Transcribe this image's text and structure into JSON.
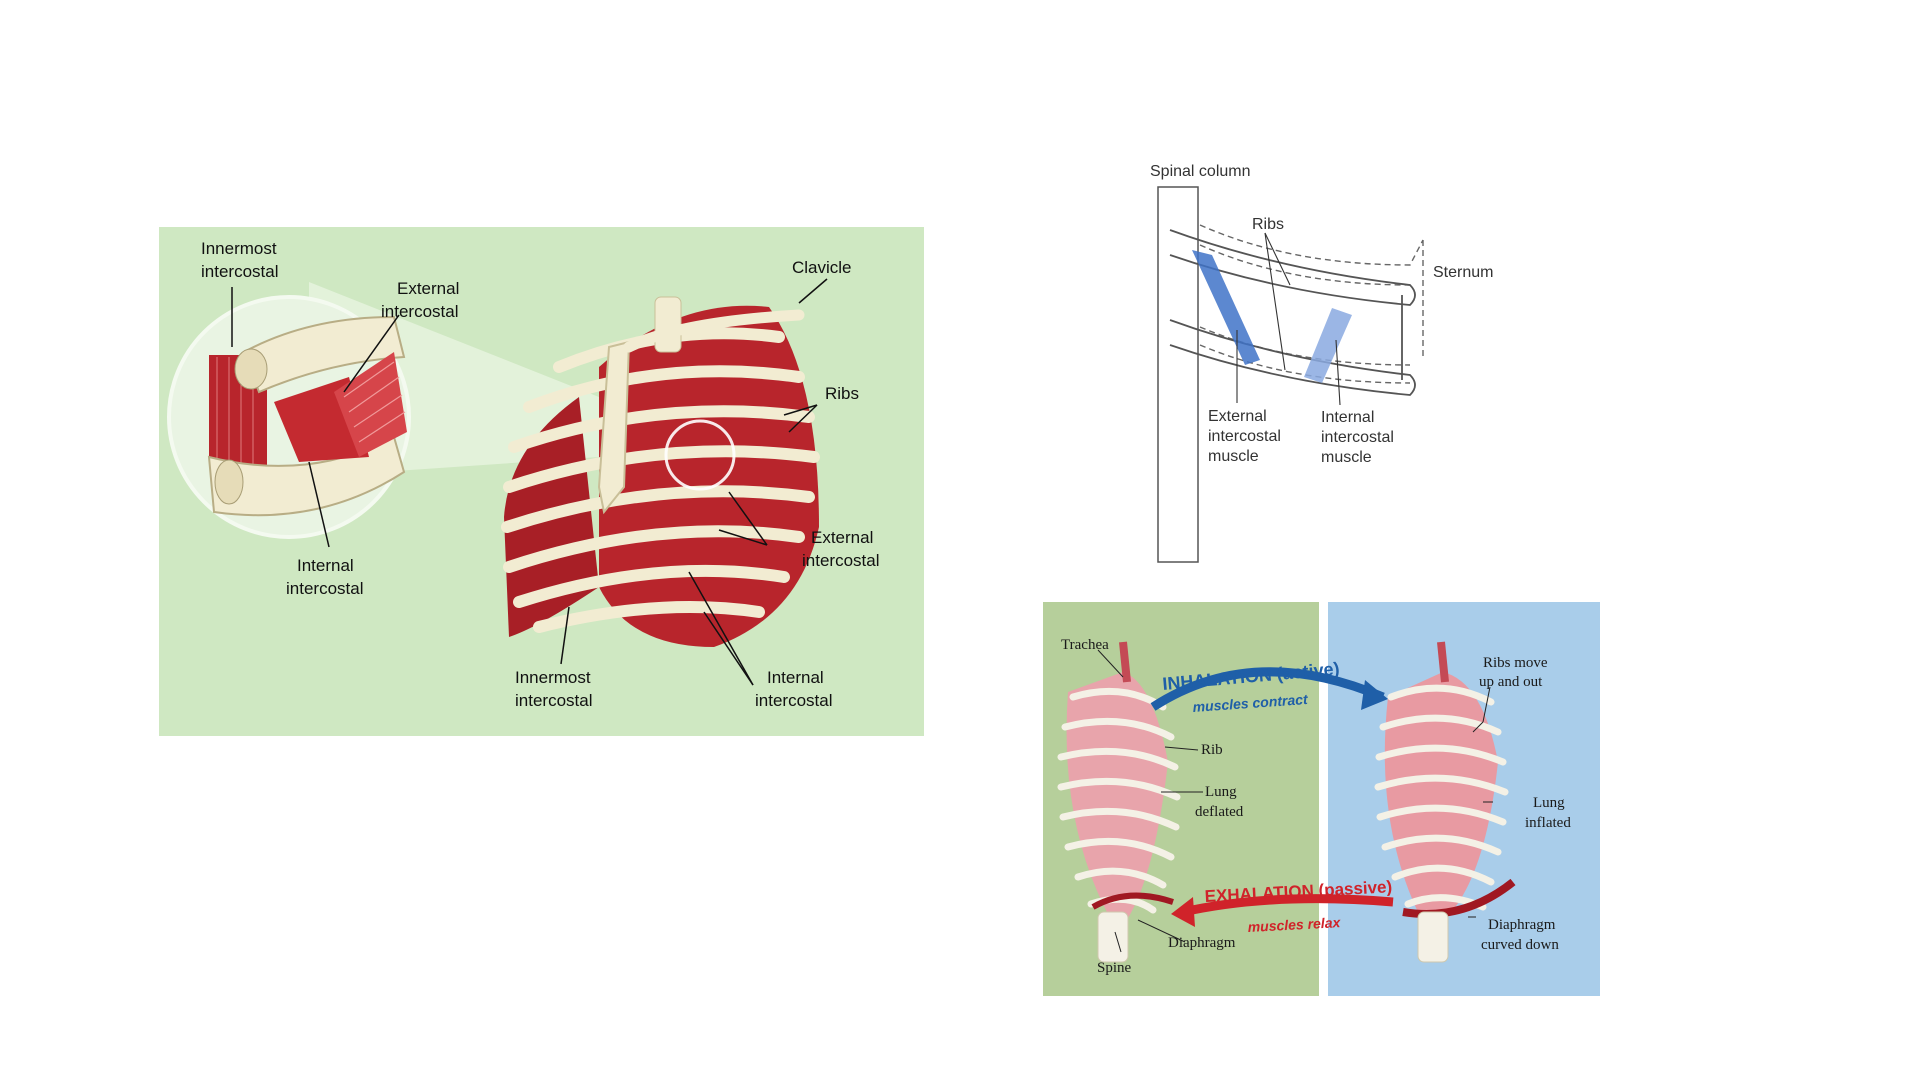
{
  "ribcage_figure": {
    "background_color": "#cfe8c2",
    "muscle_color": "#b8252c",
    "labels": {
      "innermost_inset_1": "Innermost",
      "innermost_inset_2": "intercostal",
      "external_inset_1": "External",
      "external_inset_2": "intercostal",
      "internal_inset_1": "Internal",
      "internal_inset_2": "intercostal",
      "clavicle": "Clavicle",
      "ribs": "Ribs",
      "external_right_1": "External",
      "external_right_2": "intercostal",
      "internal_right_1": "Internal",
      "internal_right_2": "intercostal",
      "innermost_bottom_1": "Innermost",
      "innermost_bottom_2": "intercostal"
    }
  },
  "schematic_figure": {
    "external_muscle_color": "#3f73c8",
    "internal_muscle_color": "#8aa9e0",
    "labels": {
      "spinal_column": "Spinal column",
      "ribs": "Ribs",
      "sternum": "Sternum",
      "external_1": "External",
      "external_2": "intercostal",
      "external_3": "muscle",
      "internal_1": "Internal",
      "internal_2": "intercostal",
      "internal_3": "muscle"
    }
  },
  "breathing_figure": {
    "left_background": "#b6cf9b",
    "right_background": "#a9cdea",
    "inhale_color": "#1f5fa8",
    "exhale_color": "#d0232a",
    "labels": {
      "trachea": "Trachea",
      "inhalation": "INHALATION (active)",
      "muscles_contract": "muscles contract",
      "ribs_move_1": "Ribs move",
      "ribs_move_2": "up and out",
      "rib": "Rib",
      "lung_deflated_1": "Lung",
      "lung_deflated_2": "deflated",
      "lung_inflated_1": "Lung",
      "lung_inflated_2": "inflated",
      "exhalation": "EXHALATION (passive)",
      "muscles_relax": "muscles relax",
      "diaphragm_curved_1": "Diaphragm",
      "diaphragm_curved_2": "curved down",
      "spine": "Spine",
      "diaphragm": "Diaphragm"
    }
  }
}
